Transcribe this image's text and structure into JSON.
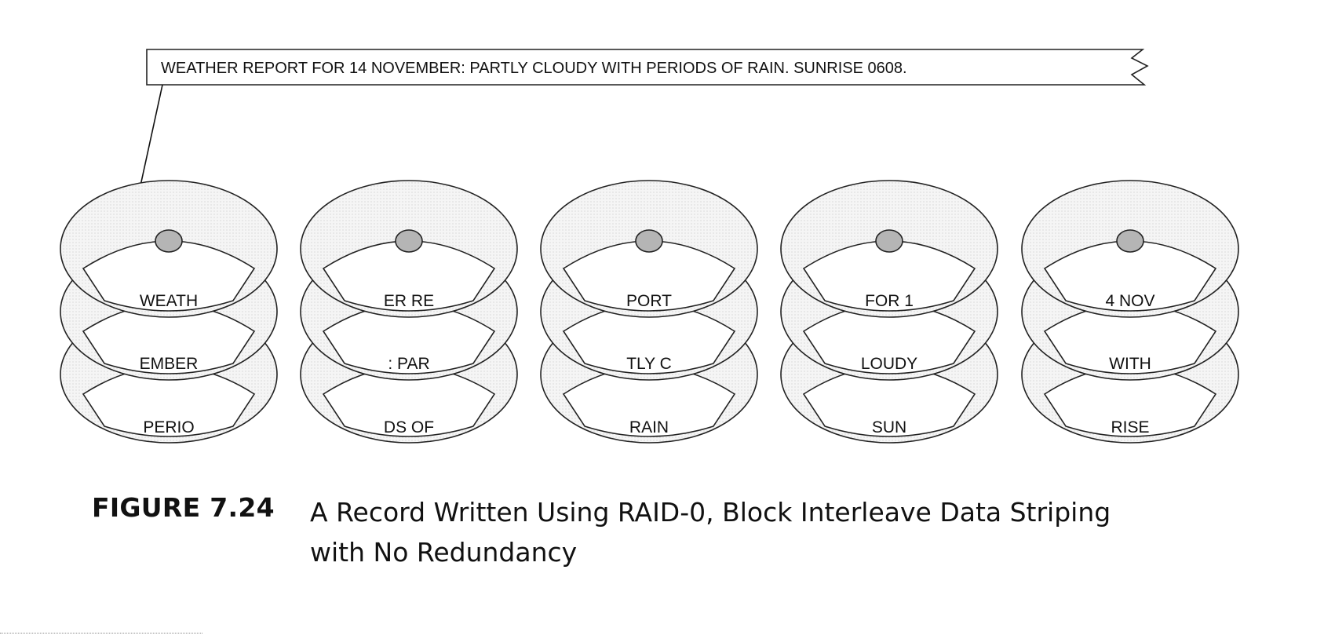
{
  "banner": {
    "text": "WEATHER REPORT FOR 14 NOVEMBER: PARTLY CLOUDY WITH PERIODS OF RAIN. SUNRISE 0608."
  },
  "disks": [
    {
      "blocks": [
        "WEATH",
        "EMBER",
        "PERIO"
      ]
    },
    {
      "blocks": [
        "ER RE",
        ": PAR",
        "DS OF"
      ]
    },
    {
      "blocks": [
        "PORT",
        "TLY C",
        "RAIN"
      ]
    },
    {
      "blocks": [
        "FOR 1",
        "LOUDY",
        "SUN"
      ]
    },
    {
      "blocks": [
        "4 NOV",
        "WITH",
        "RISE"
      ]
    }
  ],
  "caption": {
    "number": "FIGURE 7.24",
    "line1": "A Record Written Using RAID-0, Block Interleave Data Striping",
    "line2": "with No Redundancy"
  },
  "colors": {
    "platter_fill": "#f2f2f2",
    "spindle_fill": "#b5b5b5",
    "stroke": "#222222"
  }
}
